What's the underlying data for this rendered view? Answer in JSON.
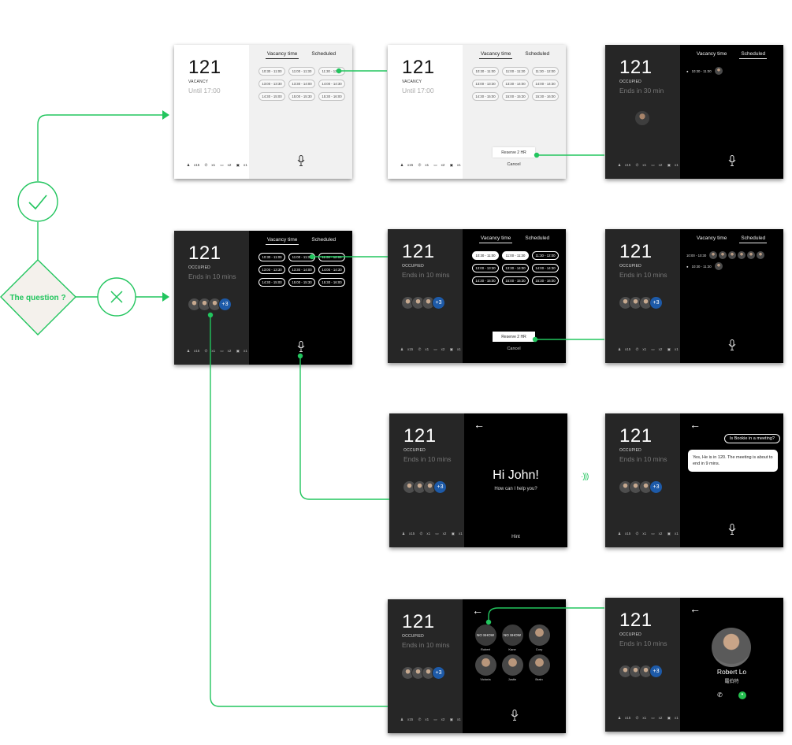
{
  "flow": {
    "question": "The question ?",
    "accent": "#22c55e"
  },
  "screen1": {
    "room": "121",
    "status": "VACANCY",
    "until": "Until 17:00",
    "tabs": [
      "Vacancy time",
      "Scheduled"
    ],
    "slots": [
      "10:30 - 11:00",
      "11:00 - 11:30",
      "11:30 - 12:00",
      "13:00 - 13:30",
      "13:30 - 14:00",
      "14:00 - 14:30",
      "14:30 - 15:00",
      "15:00 - 15:30",
      "15:30 - 16:00"
    ],
    "amenities": [
      "x15",
      "x1",
      "x2",
      "x1"
    ]
  },
  "screen2": {
    "room": "121",
    "status": "VACANCY",
    "until": "Until 17:00",
    "tabs": [
      "Vacancy time",
      "Scheduled"
    ],
    "slots": [
      "10:30 - 11:00",
      "11:00 - 11:30",
      "11:30 - 12:00",
      "13:00 - 13:30",
      "13:30 - 14:00",
      "14:00 - 14:30",
      "14:30 - 15:00",
      "15:00 - 15:30",
      "15:30 - 16:00"
    ],
    "reserve": "Reserve 2 HR",
    "cancel": "Cancel",
    "amenities": [
      "x15",
      "x1",
      "x2",
      "x1"
    ]
  },
  "screen3": {
    "room": "121",
    "status": "OCCUPIED",
    "until": "Ends in 30 min",
    "tabs": [
      "Vacancy time",
      "Scheduled"
    ],
    "schedule": [
      "10:30 - 11:00"
    ],
    "amenities": [
      "x15",
      "x1",
      "x2",
      "x1"
    ]
  },
  "screen4": {
    "room": "121",
    "status": "OCCUPIED",
    "until": "Ends in 10 mins",
    "more": "+3",
    "tabs": [
      "Vacancy time",
      "Scheduled"
    ],
    "slots": [
      "10:30 - 11:00",
      "11:00 - 11:30",
      "11:30 - 12:00",
      "13:00 - 13:30",
      "13:30 - 14:00",
      "14:00 - 14:30",
      "14:30 - 15:00",
      "15:00 - 15:30",
      "15:30 - 16:00"
    ],
    "amenities": [
      "x15",
      "x1",
      "x2",
      "x1"
    ]
  },
  "screen5": {
    "room": "121",
    "status": "OCCUPIED",
    "until": "Ends in 10 mins",
    "more": "+3",
    "tabs": [
      "Vacancy time",
      "Scheduled"
    ],
    "slots": [
      "10:30 - 11:00",
      "11:00 - 11:30",
      "11:30 - 12:00",
      "13:00 - 13:30",
      "13:30 - 14:00",
      "14:00 - 14:30",
      "14:30 - 15:00",
      "15:00 - 15:30",
      "15:30 - 16:00"
    ],
    "reserve": "Reserve 2 HR",
    "cancel": "Cancel",
    "amenities": [
      "x15",
      "x1",
      "x2",
      "x1"
    ]
  },
  "screen6": {
    "room": "121",
    "status": "OCCUPIED",
    "until": "Ends in 10 mins",
    "more": "+3",
    "tabs": [
      "Vacancy time",
      "Scheduled"
    ],
    "schedule": [
      "10:00 - 10:30",
      "10:30 - 11:30"
    ],
    "amenities": [
      "x15",
      "x1",
      "x2",
      "x1"
    ]
  },
  "screen7": {
    "room": "121",
    "status": "OCCUPIED",
    "until": "Ends in 10 mins",
    "more": "+3",
    "greeting": "Hi John!",
    "help": "How can I help you?",
    "hint": "Hint",
    "amenities": [
      "x15",
      "x1",
      "x2",
      "x1"
    ]
  },
  "screen8": {
    "room": "121",
    "status": "OCCUPIED",
    "until": "Ends in 10 mins",
    "more": "+3",
    "question": "Is Bookie in a meeting?",
    "answer": "Yes, He is in 120. The meeting is about to end in 9 mins.",
    "amenities": [
      "x15",
      "x1",
      "x2",
      "x1"
    ]
  },
  "screen9": {
    "room": "121",
    "status": "OCCUPIED",
    "until": "Ends in 10 mins",
    "more": "+3",
    "people": [
      {
        "name": "Robert",
        "badge": "NO SHOW"
      },
      {
        "name": "Kane",
        "badge": "NO SHOW"
      },
      {
        "name": "Cory",
        "badge": ""
      },
      {
        "name": "Victoria",
        "badge": ""
      },
      {
        "name": "Justin",
        "badge": ""
      },
      {
        "name": "Brain",
        "badge": ""
      }
    ],
    "amenities": [
      "x15",
      "x1",
      "x2",
      "x1"
    ]
  },
  "screen10": {
    "room": "121",
    "status": "OCCUPIED",
    "until": "Ends in 10 mins",
    "more": "+3",
    "person_name": "Robert Lo",
    "person_cn": "羅伯特",
    "amenities": [
      "x15",
      "x1",
      "x2",
      "x1"
    ]
  }
}
